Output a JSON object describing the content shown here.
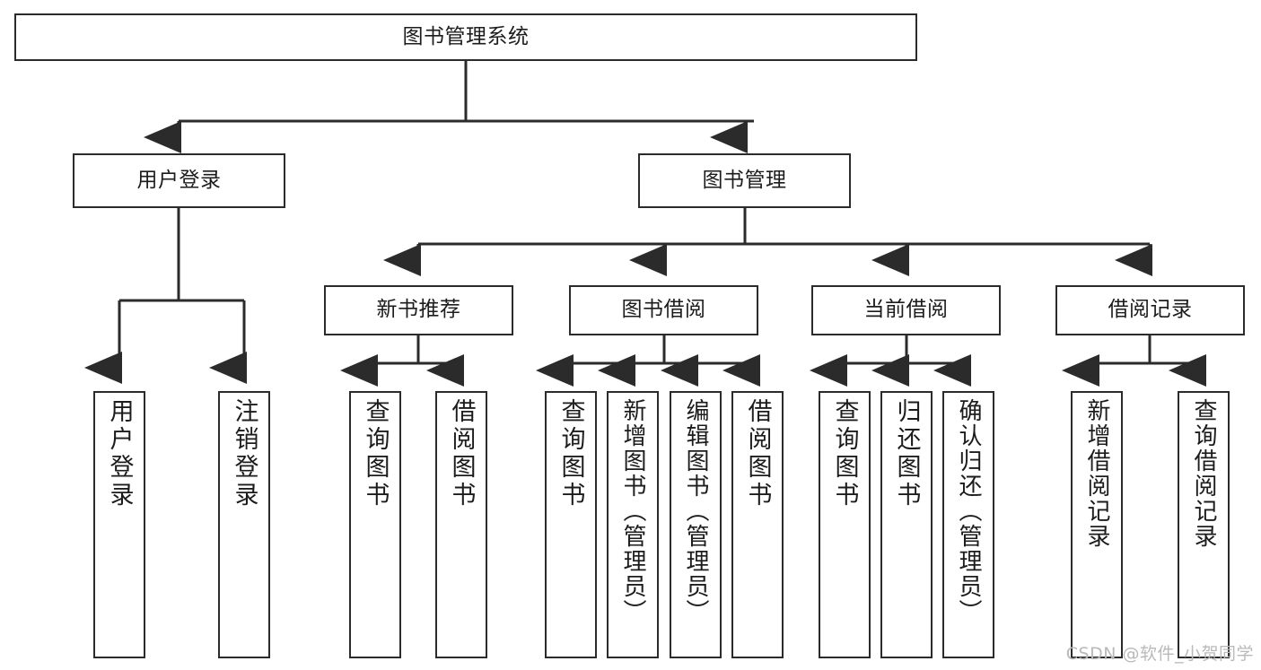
{
  "diagram": {
    "title": "图书管理系统",
    "type": "tree-hierarchy-diagram",
    "colors": {
      "box_border": "#2b2b2b",
      "box_fill": "#ffffff",
      "edge": "#2b2b2b",
      "text": "#1c1c1c",
      "watermark": "#b9b9b9",
      "background": "#ffffff"
    },
    "root": {
      "label": "图书管理系统"
    },
    "level2": [
      {
        "label": "用户登录"
      },
      {
        "label": "图书管理"
      }
    ],
    "level3": [
      {
        "label": "新书推荐"
      },
      {
        "label": "图书借阅"
      },
      {
        "label": "当前借阅"
      },
      {
        "label": "借阅记录"
      }
    ],
    "leaves": {
      "user_login": [
        {
          "label": "用户登录"
        },
        {
          "label": "注销登录"
        }
      ],
      "new_book_recommend": [
        {
          "label": "查询图书"
        },
        {
          "label": "借阅图书"
        }
      ],
      "book_borrow": [
        {
          "label": "查询图书"
        },
        {
          "label": "新增图书（管理员）"
        },
        {
          "label": "编辑图书（管理员）"
        },
        {
          "label": "借阅图书"
        }
      ],
      "current_borrow": [
        {
          "label": "查询图书"
        },
        {
          "label": "归还图书"
        },
        {
          "label": "确认归还（管理员）"
        }
      ],
      "borrow_record": [
        {
          "label": "新增借阅记录"
        },
        {
          "label": "查询借阅记录"
        }
      ]
    }
  },
  "watermark": {
    "text": "CSDN @软件_小贺同学"
  }
}
